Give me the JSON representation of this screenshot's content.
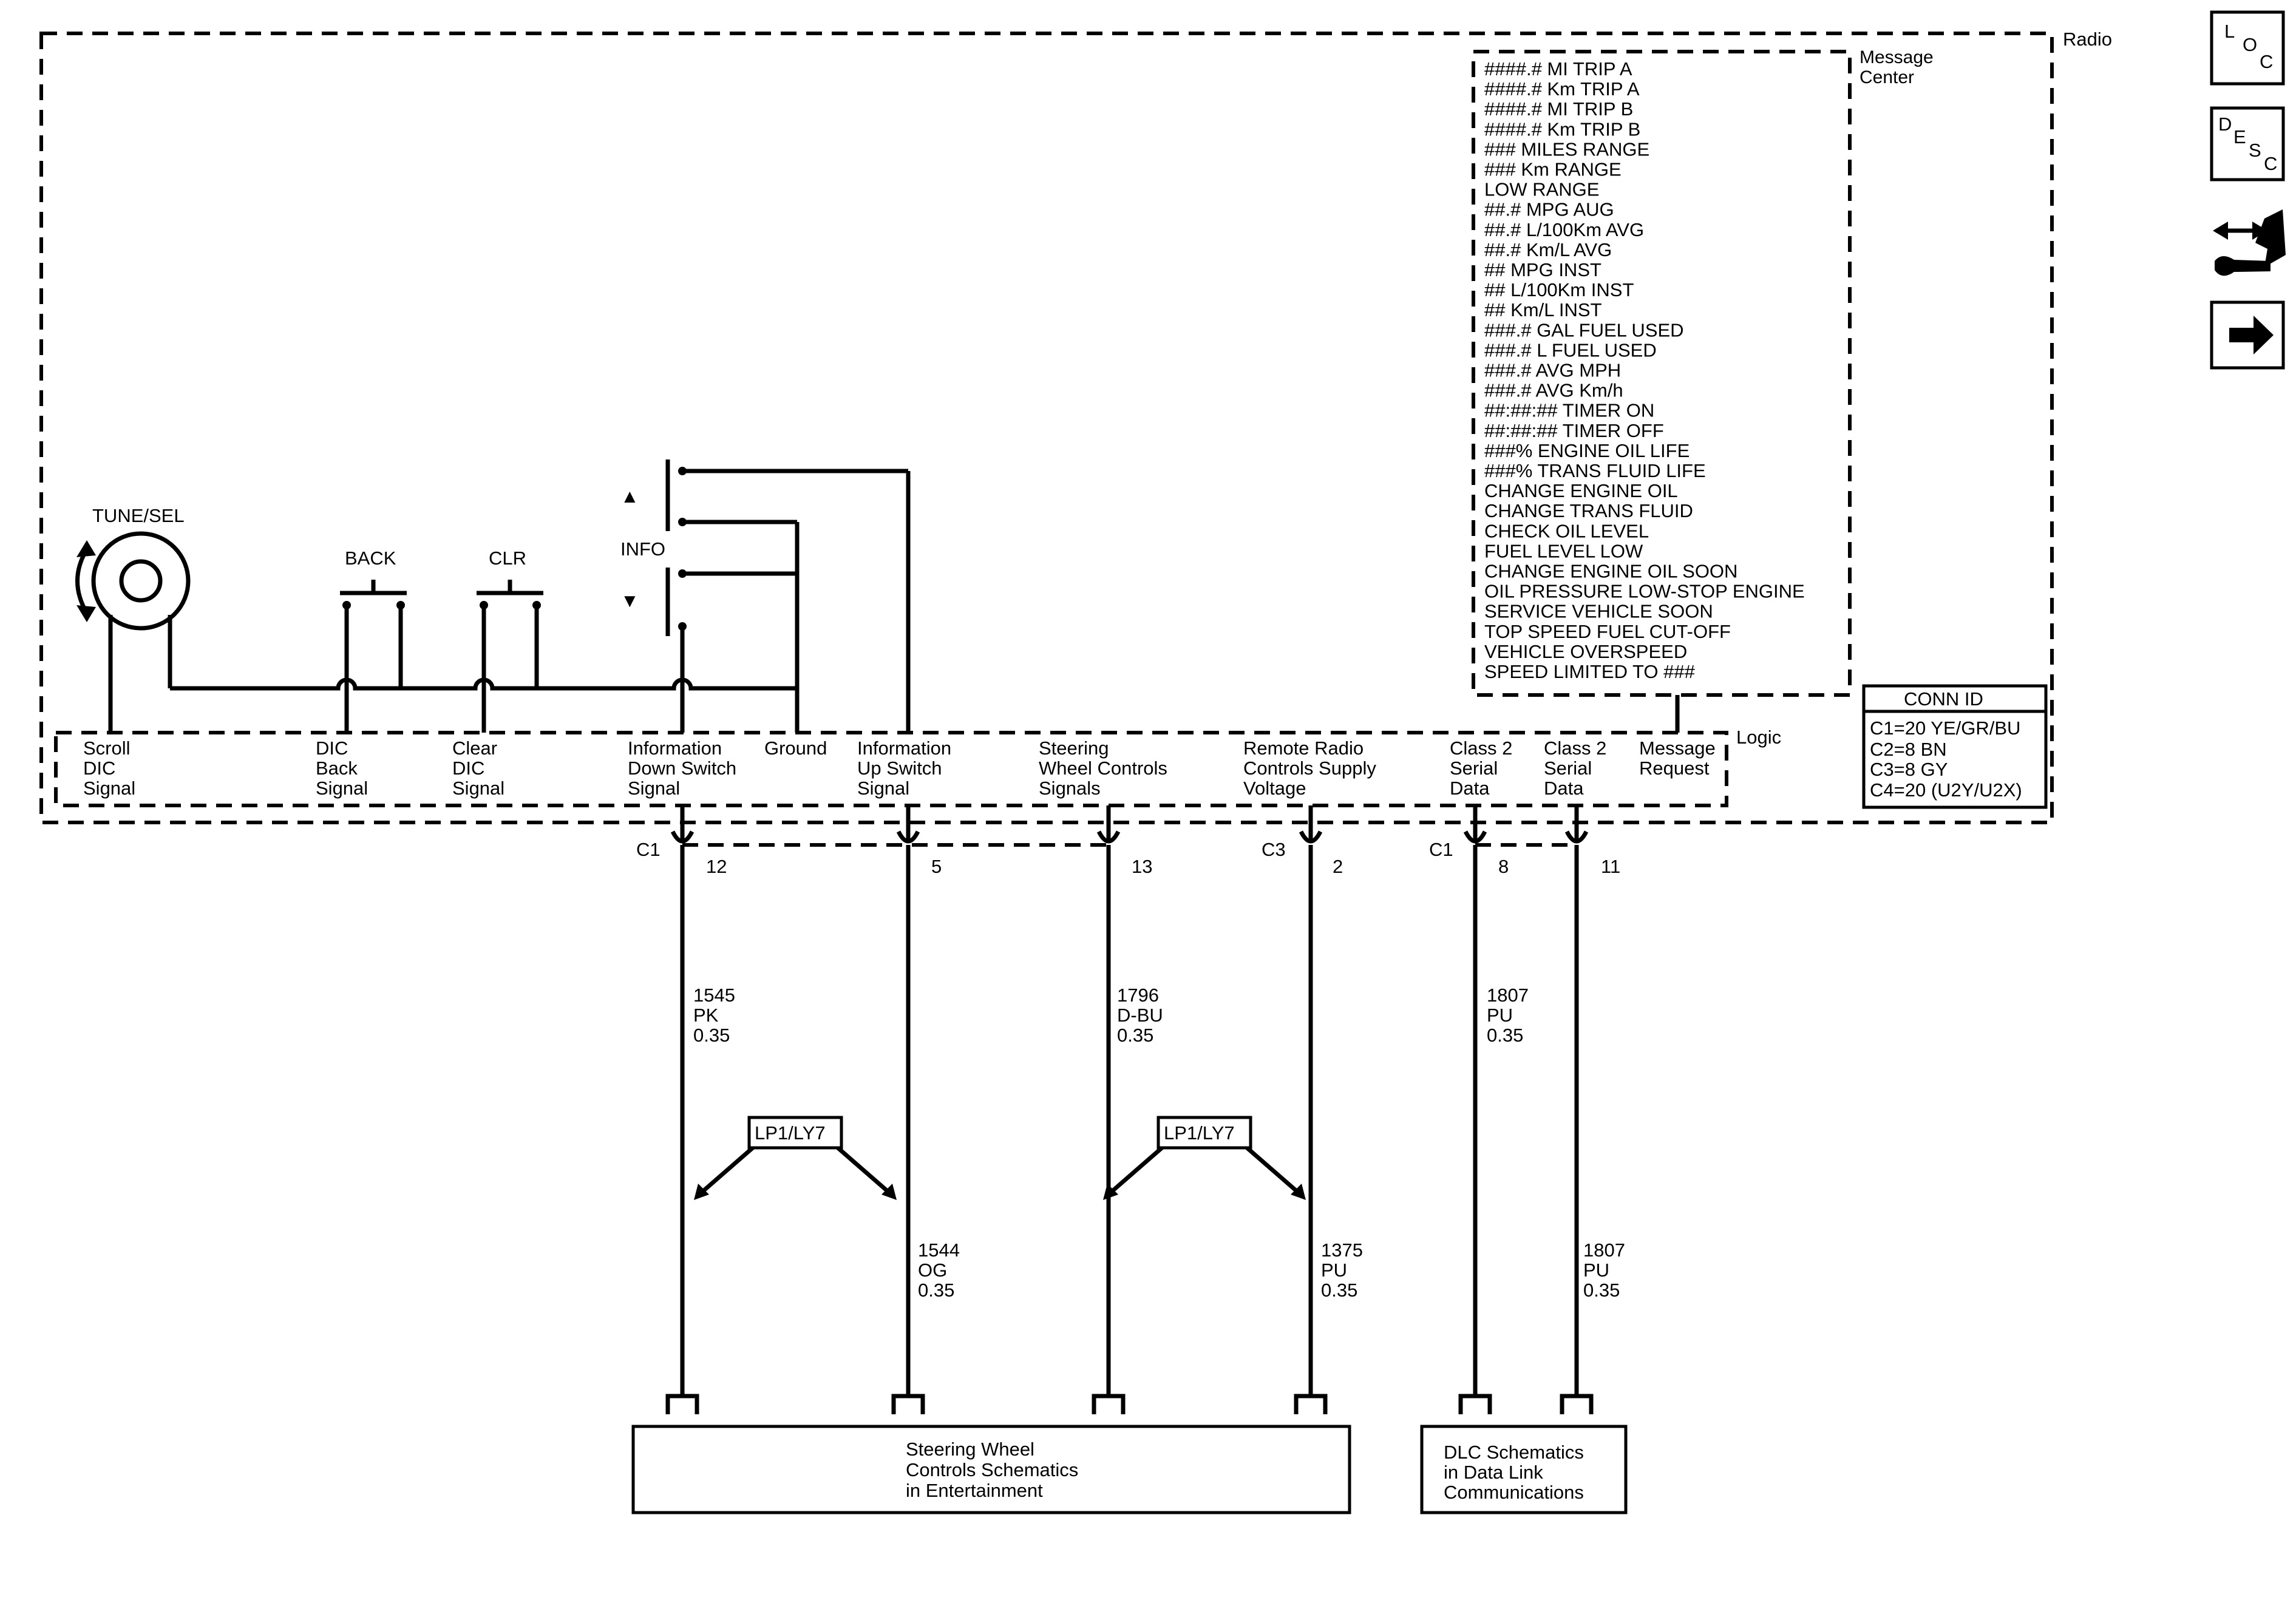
{
  "radio": {
    "label": "Radio",
    "logic_label": "Logic",
    "message_center_label": [
      "Message",
      "Center"
    ]
  },
  "message_center": [
    "####.# MI TRIP A",
    "####.# Km TRIP A",
    "####.# MI TRIP B",
    "####.# Km TRIP B",
    "### MILES RANGE",
    "### Km RANGE",
    "LOW RANGE",
    "##.# MPG AUG",
    "##.# L/100Km AVG",
    "##.# Km/L AVG",
    "## MPG INST",
    "## L/100Km INST",
    "## Km/L INST",
    "###.# GAL FUEL USED",
    "###.# L FUEL USED",
    "###.# AVG MPH",
    "###.# AVG Km/h",
    "##:##:## TIMER ON",
    "##:##:## TIMER OFF",
    "###% ENGINE OIL LIFE",
    "###% TRANS FLUID LIFE",
    "CHANGE ENGINE OIL",
    "CHANGE TRANS FLUID",
    "CHECK OIL LEVEL",
    "FUEL LEVEL LOW",
    "CHANGE ENGINE OIL SOON",
    "OIL PRESSURE LOW-STOP ENGINE",
    "SERVICE VEHICLE SOON",
    "TOP SPEED FUEL CUT-OFF",
    "VEHICLE OVERSPEED",
    "SPEED LIMITED TO ###"
  ],
  "conn_id": {
    "title": "CONN ID",
    "rows": [
      "C1=20 YE/GR/BU",
      "C2=8 BN",
      "C3=8 GY",
      "C4=20 (U2Y/U2X)"
    ]
  },
  "controls": {
    "tune_sel": "TUNE/SEL",
    "back": "BACK",
    "clr": "CLR",
    "info": "INFO",
    "up_arrow": "▲",
    "down_arrow": "▼"
  },
  "signals": [
    [
      "Scroll",
      "DIC",
      "Signal"
    ],
    [
      "DIC",
      "Back",
      "Signal"
    ],
    [
      "Clear",
      "DIC",
      "Signal"
    ],
    [
      "Information",
      "Down Switch",
      "Signal"
    ],
    [
      "Ground"
    ],
    [
      "Information",
      "Up Switch",
      "Signal"
    ],
    [
      "Steering",
      "Wheel Controls",
      "Signals"
    ],
    [
      "Remote Radio",
      "Controls Supply",
      "Voltage"
    ],
    [
      "Class 2",
      "Serial",
      "Data"
    ],
    [
      "Class 2",
      "Serial",
      "Data"
    ],
    [
      "Message",
      "Request"
    ]
  ],
  "connectors": {
    "c1": "C1",
    "c3": "C3",
    "c1b": "C1",
    "pins": [
      "12",
      "5",
      "13",
      "2",
      "8",
      "11"
    ]
  },
  "wires": [
    [
      "1545",
      "PK",
      "0.35"
    ],
    [
      "1544",
      "OG",
      "0.35"
    ],
    [
      "1796",
      "D-BU",
      "0.35"
    ],
    [
      "1375",
      "PU",
      "0.35"
    ],
    [
      "1807",
      "PU",
      "0.35"
    ],
    [
      "1807",
      "PU",
      "0.35"
    ]
  ],
  "options": [
    "LP1/LY7",
    "LP1/LY7"
  ],
  "destinations": {
    "steering": [
      "Steering Wheel",
      "Controls Schematics",
      "in Entertainment"
    ],
    "dlc": [
      "DLC Schematics",
      "in Data Link",
      "Communications"
    ]
  },
  "nav": {
    "loc": [
      "L",
      "O",
      "C"
    ],
    "desc": [
      "D",
      "E",
      "S",
      "C"
    ],
    "icon_tools": "connector-tools-icon",
    "icon_next": "right-arrow-icon"
  }
}
